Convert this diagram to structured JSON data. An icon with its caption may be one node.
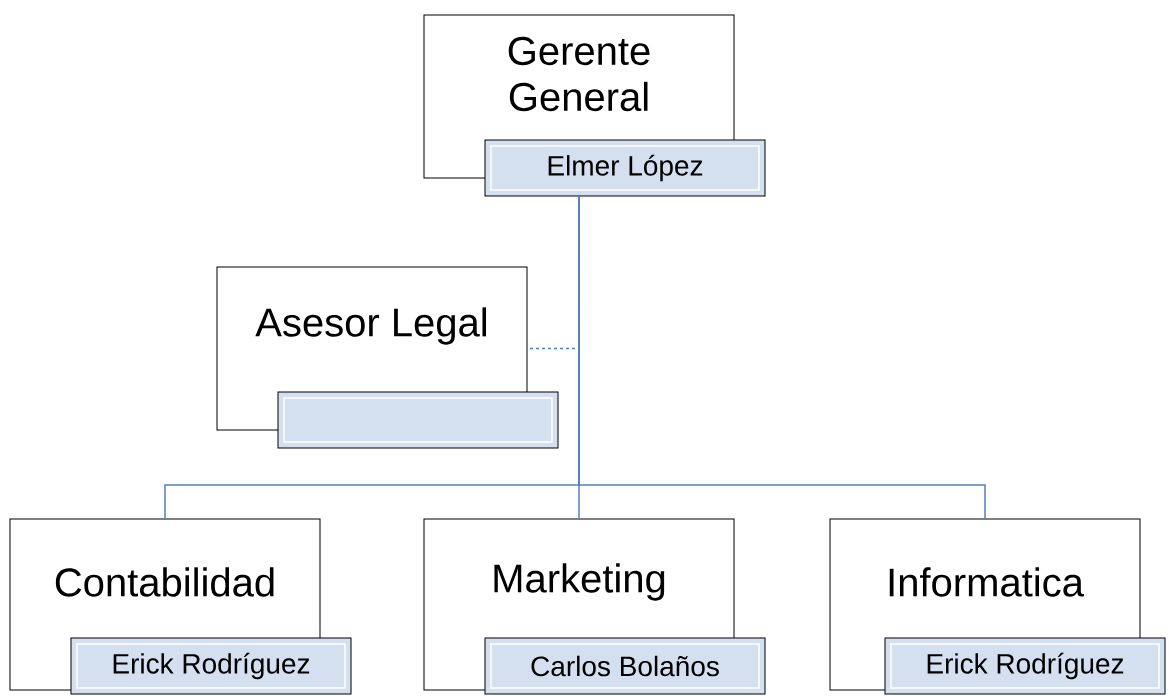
{
  "diagram": {
    "nodes": [
      {
        "text": [
          "Gerente General"
        ]
      },
      {
        "text": [
          "Elmer López"
        ]
      },
      {
        "text": [
          "Asesor Legal"
        ]
      },
      {
        "text": [],
        "shape": "box"
      },
      {
        "text": [
          "Contabilidad"
        ]
      },
      {
        "text": [
          "Erick Rodríguez"
        ]
      },
      {
        "text": [
          "Marketing"
        ]
      },
      {
        "text": [
          "Carlos Bolaños"
        ]
      },
      {
        "text": [
          "Informatica"
        ]
      },
      {
        "text": [
          "Erick Rodríguez"
        ]
      }
    ],
    "edges": [
      {
        "from": 1,
        "to": 2,
        "arrow": "none",
        "style": "dashed"
      },
      {
        "from": 1,
        "to": 4,
        "arrow": "none"
      },
      {
        "from": 1,
        "to": 6,
        "arrow": "none"
      },
      {
        "from": 1,
        "to": 8,
        "arrow": "none"
      }
    ]
  }
}
